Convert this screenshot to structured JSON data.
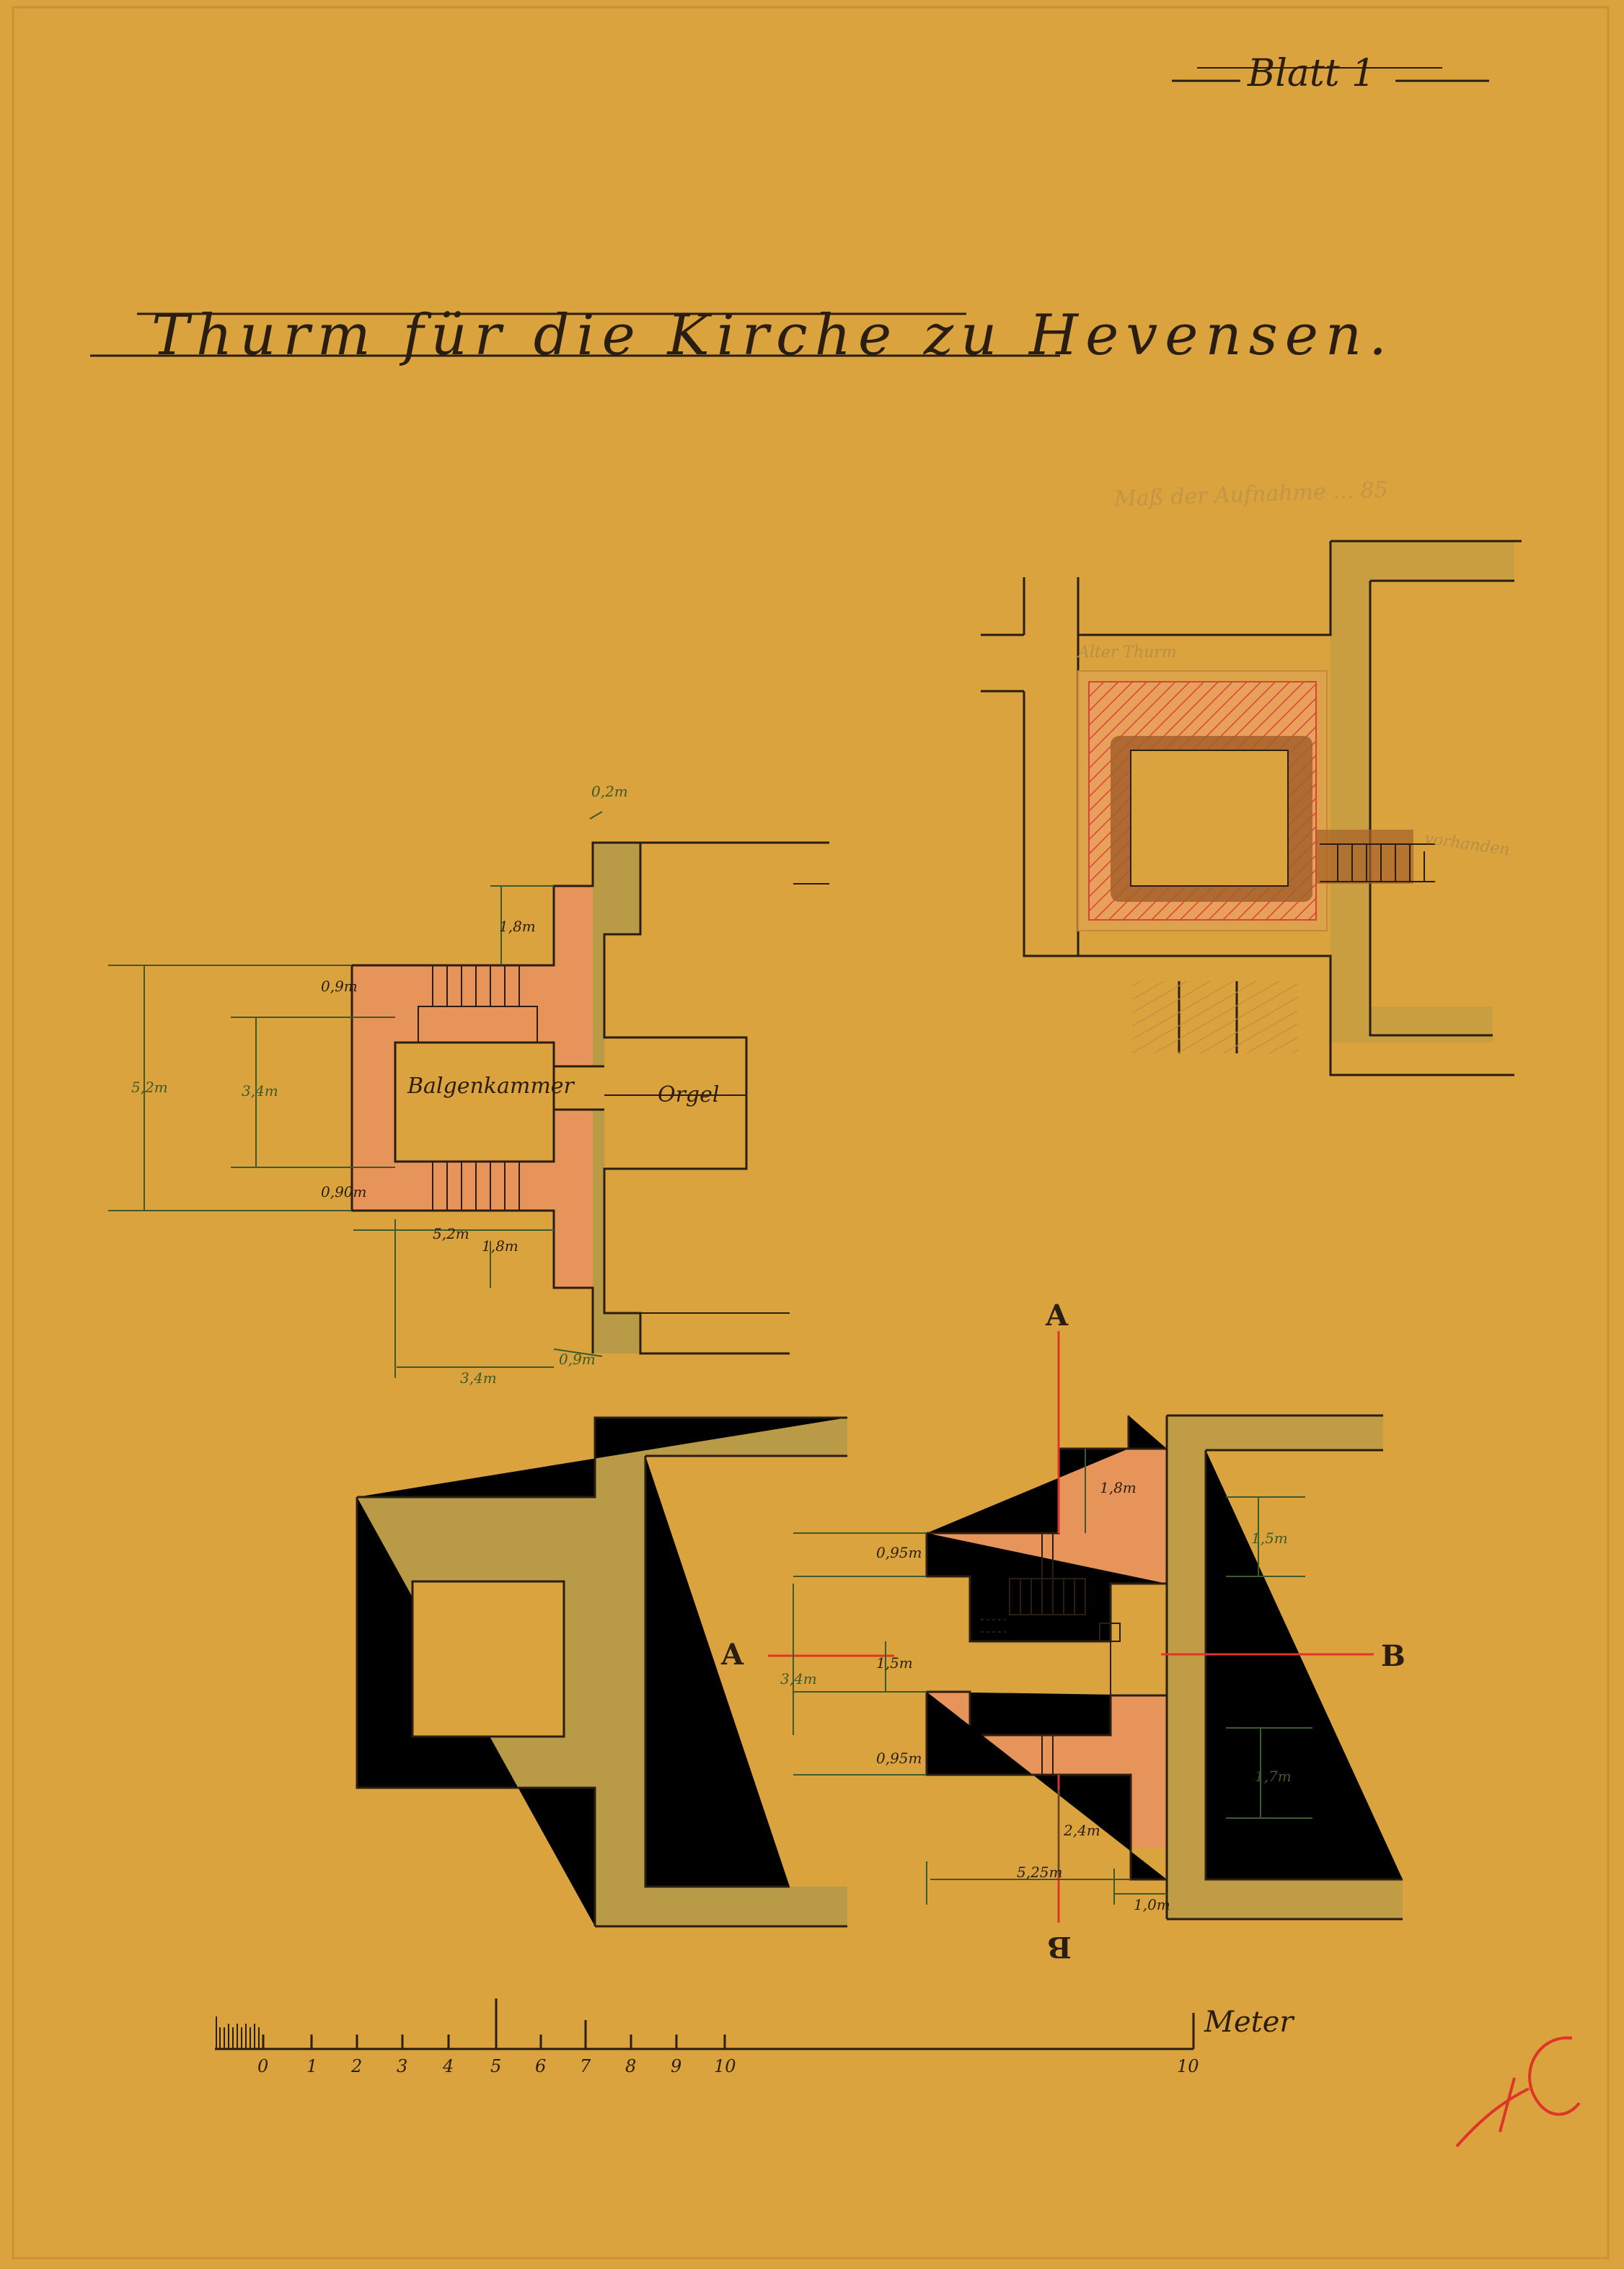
{
  "sheet_label": "Blatt 1",
  "title": "Thurm für die Kirche zu Hevensen.",
  "pencil_note": "Maß der Aufnahme ... 85",
  "pencil_labels": [
    "Alter Thurm",
    "vorhanden"
  ],
  "rooms": {
    "balgenkammer": "Balgenkammer",
    "orgel": "Orgel"
  },
  "dimensions": {
    "plan1": [
      "0,2m",
      "1,8m",
      "0,9m",
      "5,2m",
      "3,4m",
      "0,90m",
      "5,2m",
      "1,8m",
      "3,4m",
      "0,9m"
    ],
    "plan3": [
      "1,8m",
      "1,5m",
      "0,95m",
      "1,5m",
      "3,4m",
      "0,95m",
      "1,7m",
      "2,4m",
      "5,25m",
      "1,0m"
    ]
  },
  "section_marks": {
    "a_top": "A",
    "a_left": "A",
    "b_right": "B",
    "b_bottom": "B"
  },
  "scale": {
    "small_ticks_label": "0",
    "labels": [
      "0",
      "1",
      "2",
      "3",
      "4",
      "5",
      "6",
      "7",
      "8",
      "9",
      "10",
      "10"
    ],
    "unit": "Meter"
  },
  "colors": {
    "paper": "#dba33d",
    "ink": "#2a1e12",
    "olive_wash": "#b99a46",
    "orange_wash": "#e7945a",
    "brown_wash": "#a5602a",
    "red_line": "#e0342a",
    "dimension_green": "#3c5a2c"
  }
}
